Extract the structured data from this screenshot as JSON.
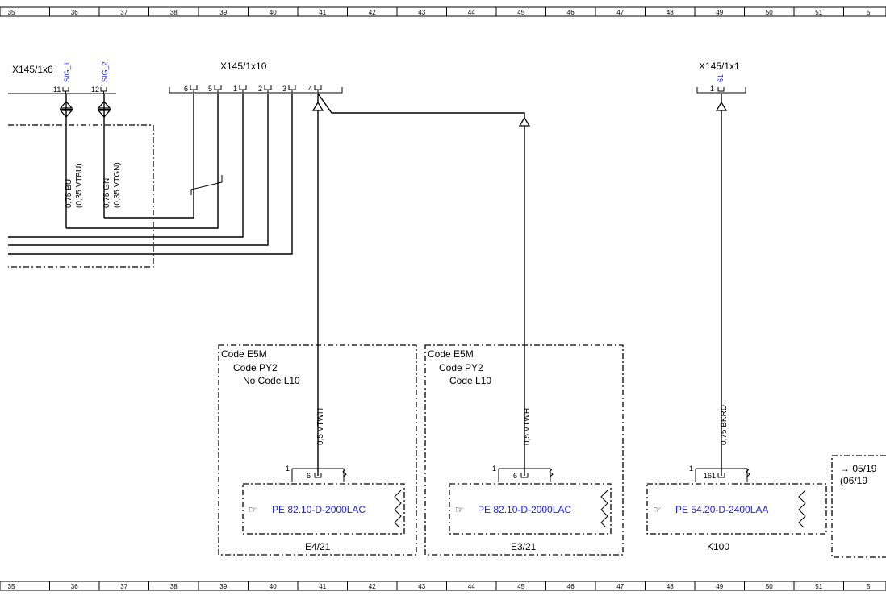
{
  "ruler": {
    "numbers": [
      "35",
      "36",
      "37",
      "38",
      "39",
      "40",
      "41",
      "42",
      "43",
      "44",
      "45",
      "46",
      "47",
      "48",
      "49",
      "50",
      "51",
      "5"
    ]
  },
  "connectors": {
    "x1x6": {
      "name": "X145/1x6",
      "pins": [
        {
          "num": "11",
          "sig": "SIG_1"
        },
        {
          "num": "12",
          "sig": "SIG_2"
        }
      ]
    },
    "x1x10": {
      "name": "X145/1x10",
      "pins": [
        "6",
        "5",
        "1",
        "2",
        "3",
        "4"
      ]
    },
    "x1x1": {
      "name": "X145/1x1",
      "pins": [
        {
          "num": "1",
          "sig": "61"
        }
      ]
    }
  },
  "wires": {
    "w_bu": {
      "main": "0,75 BU",
      "alt": "(0,35 VTBU)"
    },
    "w_gn": {
      "main": "0,75 GN",
      "alt": "(0,35 VTGN)"
    },
    "w_e4": "0,5 VTWH",
    "w_e3": "0,5 VTWH",
    "w_k100": "0,75 BKRD"
  },
  "boxes": {
    "e4": {
      "code1": "Code E5M",
      "code2": "Code PY2",
      "code3": "No Code L10",
      "pin_outer": "1",
      "pin_inner": "6",
      "ref": "PE 82.10-D-2000LAC",
      "label": "E4/21"
    },
    "e3": {
      "code1": "Code E5M",
      "code2": "Code PY2",
      "code3": "Code L10",
      "pin_outer": "1",
      "pin_inner": "6",
      "ref": "PE 82.10-D-2000LAC",
      "label": "E3/21"
    },
    "k100": {
      "pin_outer": "1",
      "pin_inner": "161",
      "ref": "PE 54.20-D-2400LAA",
      "label": "K100"
    },
    "partial": {
      "line1": "→ 05/19",
      "line2": "(06/19"
    }
  },
  "colors": {
    "line": "#000000",
    "link": "#1a1aff"
  },
  "icons": [
    "hand-pointer-icon",
    "ground-symbol-icon",
    "connector-arrow-icon"
  ]
}
